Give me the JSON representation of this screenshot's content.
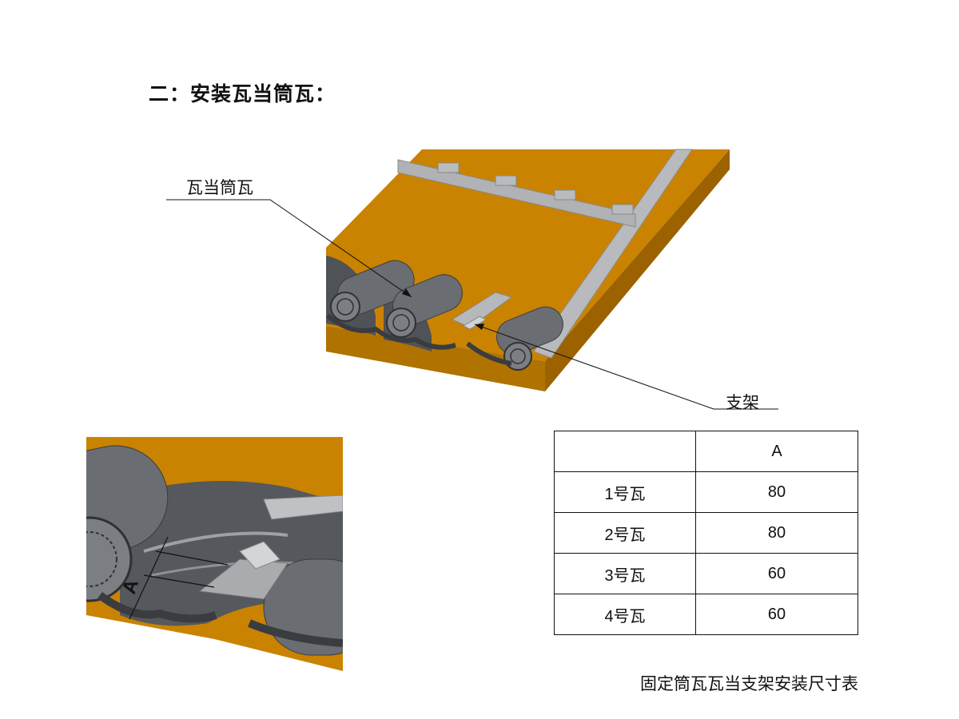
{
  "page": {
    "heading": "二：安装瓦当筒瓦：",
    "callouts": {
      "tile_label": "瓦当筒瓦",
      "bracket_label": "支架"
    },
    "detail": {
      "dimension_label": "A"
    },
    "table": {
      "header": [
        "",
        "A"
      ],
      "rows": [
        [
          "1号瓦",
          "80"
        ],
        [
          "2号瓦",
          "80"
        ],
        [
          "3号瓦",
          "60"
        ],
        [
          "4号瓦",
          "60"
        ]
      ]
    },
    "caption": "固定筒瓦瓦当支架安装尺寸表",
    "colors": {
      "roof_board": "#c98300",
      "roof_edge": "#9c6200",
      "tile_gray": "#5f6266",
      "frame_gray": "#a9abae"
    }
  }
}
